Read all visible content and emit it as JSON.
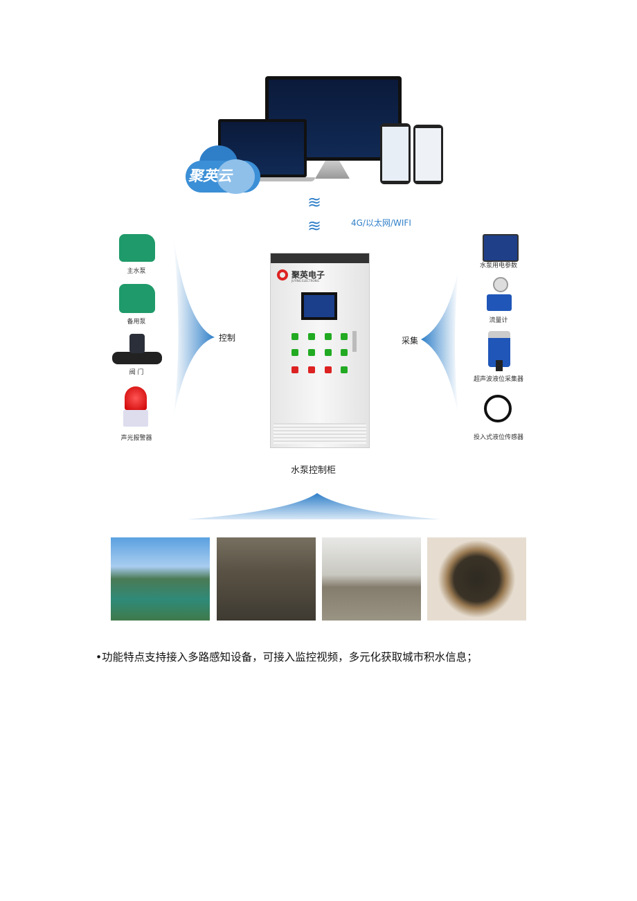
{
  "cloud": {
    "label": "聚英云"
  },
  "network": {
    "label": "4G/以太网/WIFI"
  },
  "control": {
    "label": "控制",
    "items": [
      {
        "label": "主水泵"
      },
      {
        "label": "备用泵"
      },
      {
        "label": "阀 门"
      },
      {
        "label": "声光报警器"
      }
    ]
  },
  "collect": {
    "label": "采集",
    "items": [
      {
        "label": "水泵用电参数"
      },
      {
        "label": "流量计"
      },
      {
        "label": "超声波液位采集器"
      },
      {
        "label": "投入式液位传感器"
      }
    ]
  },
  "cabinet": {
    "brand": "聚英电子",
    "brand_en": "JUYING ELECTRONIC",
    "label": "水泵控制柜"
  },
  "bullet": "•功能特点支持接入多路感知设备，可接入监控视频，多元化获取城市积水信息；",
  "colors": {
    "accent": "#2f7fc8",
    "pump": "#1f9a6a"
  }
}
